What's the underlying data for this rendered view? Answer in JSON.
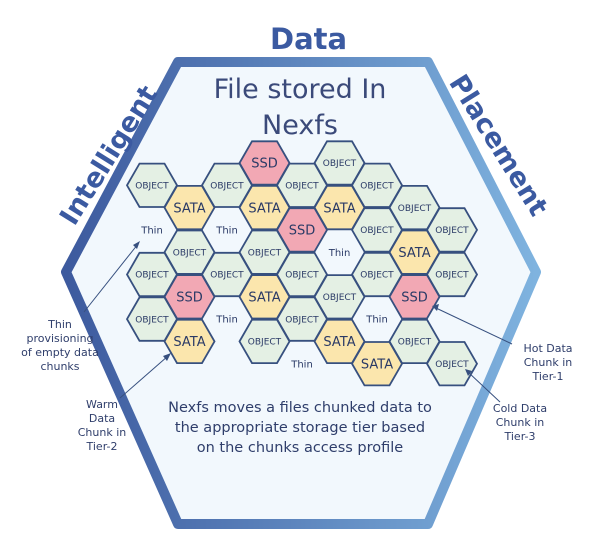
{
  "diagram": {
    "heading_top": "Data",
    "heading_left": "Intelligent",
    "heading_right": "Placement",
    "title_line1": "File stored In",
    "title_line2": "Nexfs",
    "caption_line1": "Nexfs moves a files chunked data to",
    "caption_line2": "the appropriate storage tier based",
    "caption_line3": "on the chunks access profile",
    "annotations": {
      "thin": [
        "Thin",
        "provisioning",
        "of empty data",
        "chunks"
      ],
      "warm": [
        "Warm",
        "Data",
        "Chunk in",
        "Tier-2"
      ],
      "hot": [
        "Hot Data",
        "Chunk in",
        "Tier-1"
      ],
      "cold": [
        "Cold Data",
        "Chunk in",
        "Tier-3"
      ]
    },
    "tier_labels": {
      "ssd": "SSD",
      "sata": "SATA",
      "object": "OBJECT",
      "thin": "Thin"
    },
    "colors": {
      "frame_dark": "#3d5a9e",
      "frame_light": "#7fb3df",
      "inner_fill": "#f2f8fd",
      "ssd_fill": "#f2a8b4",
      "sata_fill": "#fbe6ad",
      "object_fill": "#e4f0e4",
      "hex_stroke": "#37507f"
    },
    "cells": [
      {
        "t": "ssd",
        "r": 0,
        "c": 3
      },
      {
        "t": "object",
        "r": 0,
        "c": 5
      },
      {
        "t": "object",
        "r": 1,
        "c": 0
      },
      {
        "t": "object",
        "r": 1,
        "c": 2
      },
      {
        "t": "object",
        "r": 1,
        "c": 4
      },
      {
        "t": "object",
        "r": 1,
        "c": 6
      },
      {
        "t": "sata",
        "r": 2,
        "c": 1
      },
      {
        "t": "sata",
        "r": 2,
        "c": 3
      },
      {
        "t": "sata",
        "r": 2,
        "c": 5
      },
      {
        "t": "object",
        "r": 2,
        "c": 7
      },
      {
        "t": "thin",
        "r": 3,
        "c": 0
      },
      {
        "t": "thin",
        "r": 3,
        "c": 2
      },
      {
        "t": "ssd",
        "r": 3,
        "c": 4
      },
      {
        "t": "object",
        "r": 3,
        "c": 6
      },
      {
        "t": "object",
        "r": 3,
        "c": 8
      },
      {
        "t": "object",
        "r": 4,
        "c": 1
      },
      {
        "t": "object",
        "r": 4,
        "c": 3
      },
      {
        "t": "thin",
        "r": 4,
        "c": 5
      },
      {
        "t": "sata",
        "r": 4,
        "c": 7
      },
      {
        "t": "object",
        "r": 5,
        "c": 0
      },
      {
        "t": "object",
        "r": 5,
        "c": 2
      },
      {
        "t": "object",
        "r": 5,
        "c": 4
      },
      {
        "t": "object",
        "r": 5,
        "c": 6
      },
      {
        "t": "object",
        "r": 5,
        "c": 8
      },
      {
        "t": "ssd",
        "r": 6,
        "c": 1
      },
      {
        "t": "sata",
        "r": 6,
        "c": 3
      },
      {
        "t": "object",
        "r": 6,
        "c": 5
      },
      {
        "t": "ssd",
        "r": 6,
        "c": 7
      },
      {
        "t": "object",
        "r": 7,
        "c": 0
      },
      {
        "t": "thin",
        "r": 7,
        "c": 2
      },
      {
        "t": "object",
        "r": 7,
        "c": 4
      },
      {
        "t": "thin",
        "r": 7,
        "c": 6
      },
      {
        "t": "sata",
        "r": 8,
        "c": 1
      },
      {
        "t": "object",
        "r": 8,
        "c": 3
      },
      {
        "t": "sata",
        "r": 8,
        "c": 5
      },
      {
        "t": "object",
        "r": 8,
        "c": 7
      },
      {
        "t": "thin",
        "r": 9,
        "c": 4
      },
      {
        "t": "sata",
        "r": 9,
        "c": 6
      },
      {
        "t": "object",
        "r": 9,
        "c": 8
      }
    ]
  }
}
